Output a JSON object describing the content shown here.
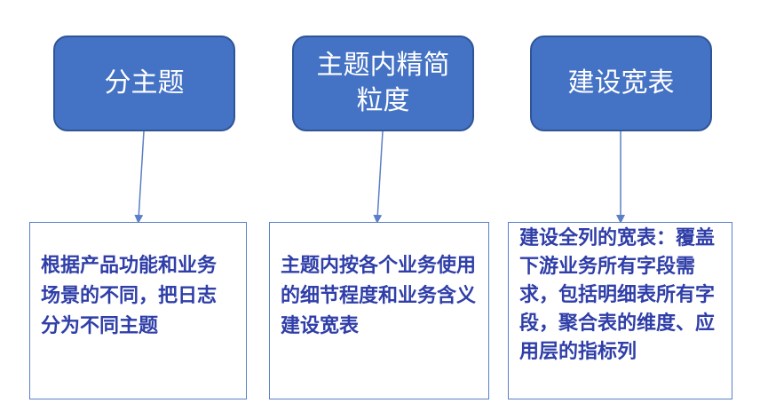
{
  "colors": {
    "box_fill": "#4472c4",
    "box_border": "#2f5597",
    "desc_text": "#2f3ea8",
    "desc_border": "#5b7fc6",
    "arrow": "#5b7fc6"
  },
  "steps": [
    {
      "title": "分主题",
      "description": "根据产品功能和业务场景的不同，把日志分为不同主题"
    },
    {
      "title": "主题内精简粒度",
      "description": "主题内按各个业务使用的细节程度和业务含义建设宽表"
    },
    {
      "title": "建设宽表",
      "description": "建设全列的宽表：覆盖下游业务所有字段需求，包括明细表所有字段，聚合表的维度、应用层的指标列"
    }
  ]
}
